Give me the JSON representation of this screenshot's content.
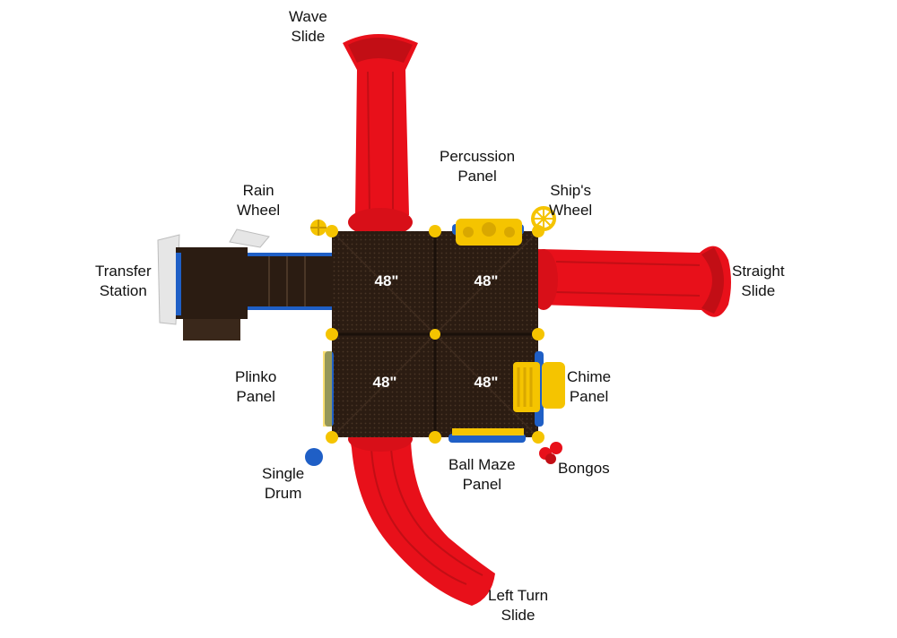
{
  "colors": {
    "slide_red": "#e8101a",
    "slide_dark": "#a90d12",
    "deck_brown": "#2b1c12",
    "trim_blue": "#1f5fc6",
    "accent_yellow": "#f5c400"
  },
  "labels": {
    "wave_slide": [
      "Wave",
      "Slide"
    ],
    "percussion_panel": [
      "Percussion",
      "Panel"
    ],
    "rain_wheel": [
      "Rain",
      "Wheel"
    ],
    "ships_wheel": [
      "Ship's",
      "Wheel"
    ],
    "transfer_station": [
      "Transfer",
      "Station"
    ],
    "straight_slide": [
      "Straight",
      "Slide"
    ],
    "plinko_panel": [
      "Plinko",
      "Panel"
    ],
    "chime_panel": [
      "Chime",
      "Panel"
    ],
    "single_drum": [
      "Single",
      "Drum"
    ],
    "ball_maze_panel": [
      "Ball Maze",
      "Panel"
    ],
    "bongos": [
      "Bongos"
    ],
    "left_turn_slide": [
      "Left Turn",
      "Slide"
    ]
  },
  "deck_heights": [
    "48\"",
    "48\"",
    "48\"",
    "48\""
  ]
}
